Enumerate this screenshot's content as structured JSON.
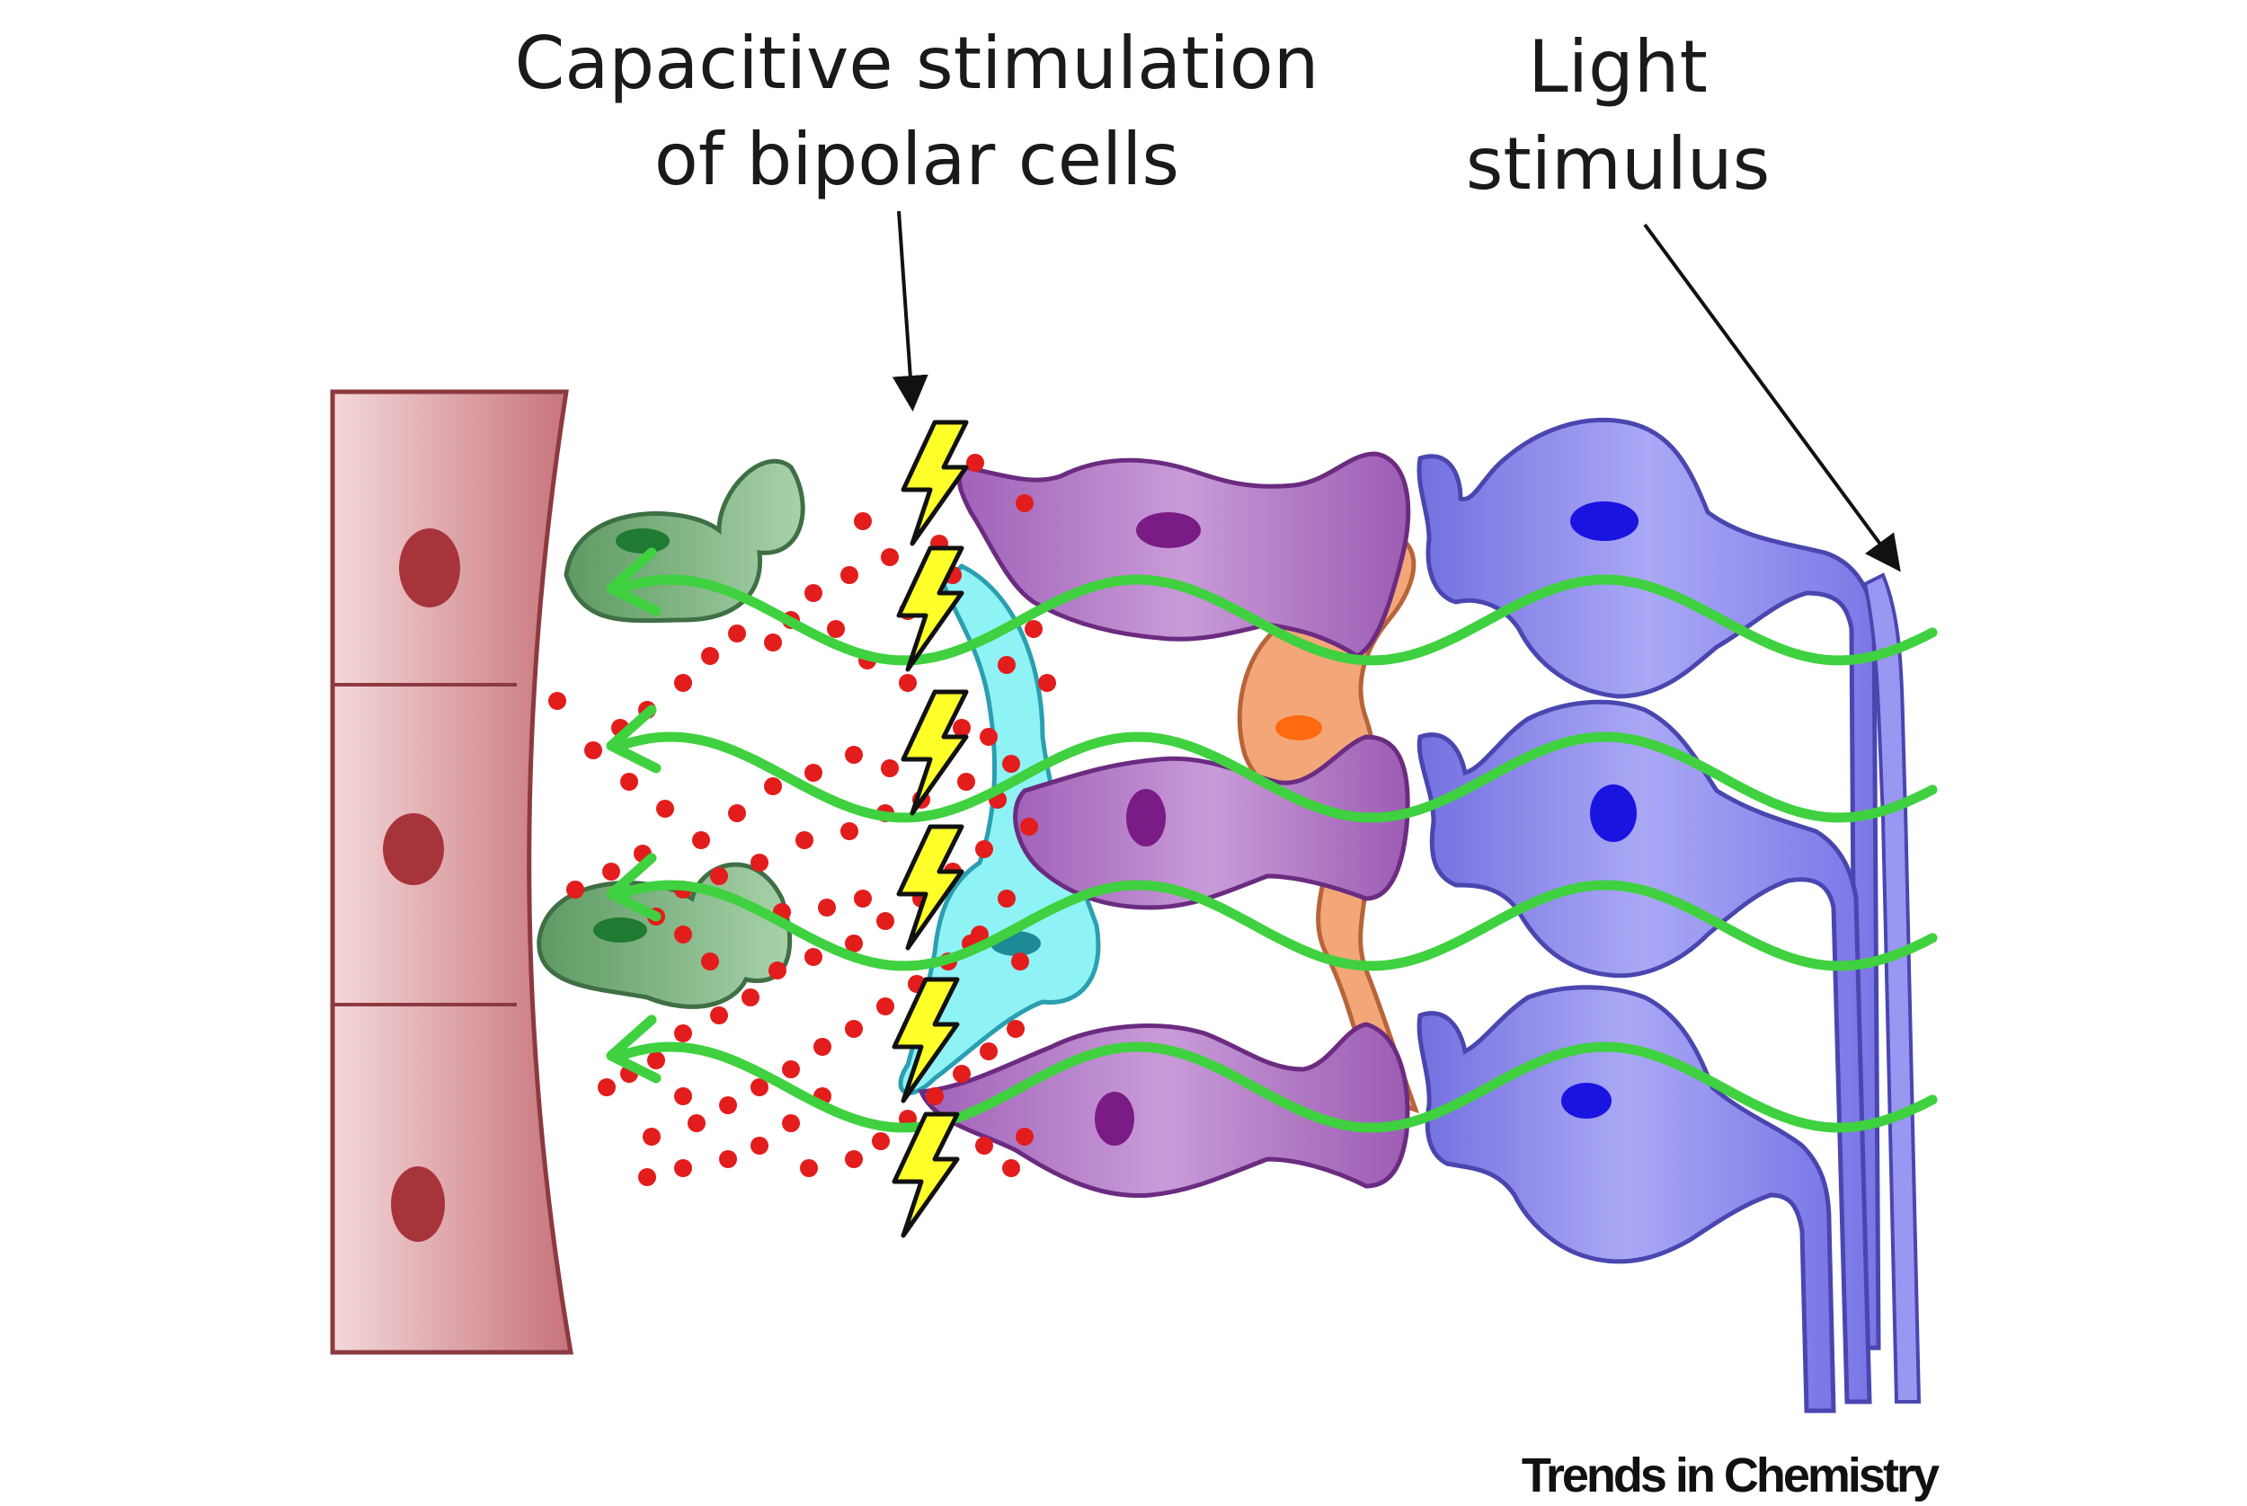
{
  "labels": {
    "capacitive_line1": "Capacitive stimulation",
    "capacitive_line2": "of bipolar cells",
    "light_line1": "Light",
    "light_line2": "stimulus"
  },
  "credit": "Trends in Chemistry",
  "colors": {
    "epithelium": "#d98f95",
    "epithelium_nucleus": "#a8343b",
    "muller": "#74ad78",
    "muller_nucleus": "#1f7a32",
    "bipolar": "#b479c6",
    "bipolar_nucleus": "#7a1b86",
    "horizontal": "#f3a779",
    "amacrine": "#8ff2f5",
    "photoreceptor": "#8f8cf0",
    "photoreceptor_nucleus": "#1a14e0",
    "light_wave": "#3fd13f",
    "particles": "#e31c1c",
    "lightning": "#ffff2a"
  },
  "icons": [
    "lightning-bolt-icon"
  ]
}
